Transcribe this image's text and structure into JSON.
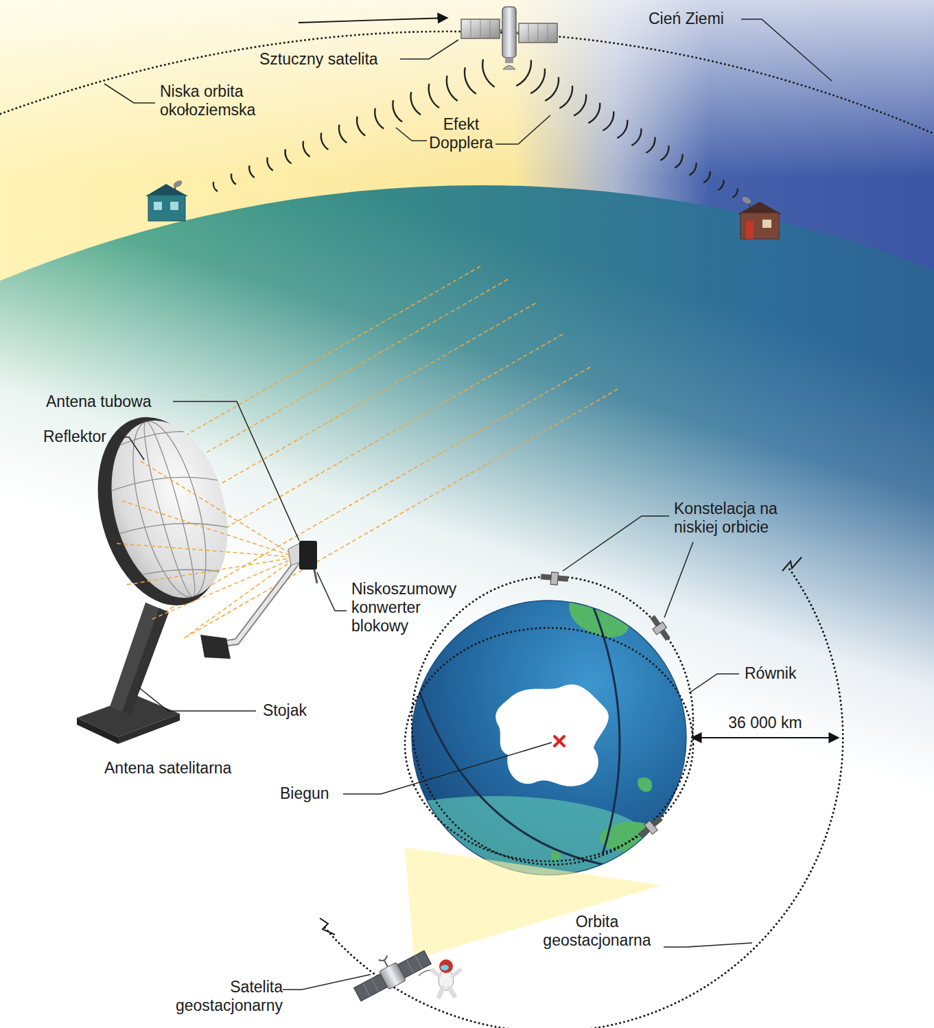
{
  "diagram": {
    "labels": [
      "Cień Ziemi",
      "Sztuczny satelita",
      "Niska orbita okołoziemska",
      "Efekt Dopplera",
      "Antena tubowa",
      "Reflektor",
      "Konstelacja na niskiej orbicie",
      "Niskoszumowy konwerter blokowy",
      "Równik",
      "36 000 km",
      "Stojak",
      "Antena satelitarna",
      "Biegun",
      "Orbita geostacjonarna",
      "Satelita geostacjonarny"
    ]
  }
}
